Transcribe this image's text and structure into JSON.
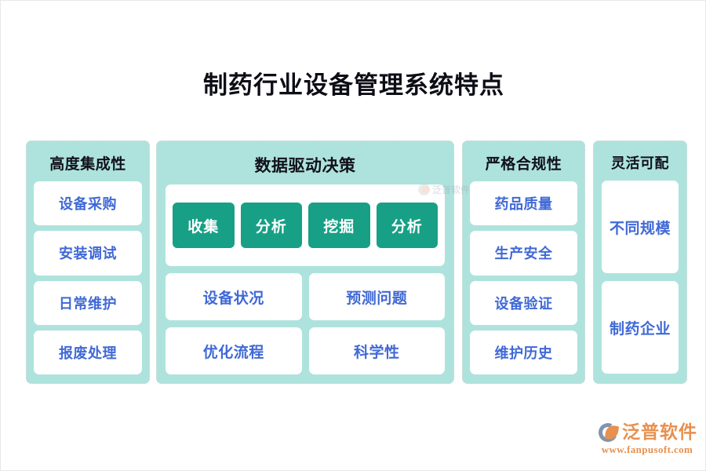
{
  "title": "制药行业设备管理系统特点",
  "colors": {
    "panel_bg": "#aee3dd",
    "card_bg": "#ffffff",
    "card_text": "#4069d6",
    "chip_bg": "#17a085",
    "chip_text": "#ffffff",
    "header_text": "#11111b",
    "brand": "#e8904f",
    "page_bg": "#ffffff"
  },
  "columns": [
    {
      "id": "high-integration",
      "header": "高度集成性",
      "cards": [
        "设备采购",
        "安装调试",
        "日常维护",
        "报废处理"
      ]
    },
    {
      "id": "data-driven-decision",
      "header": "数据驱动决策",
      "chips": [
        "收集",
        "分析",
        "挖掘",
        "分析"
      ],
      "grid": [
        [
          "设备状况",
          "预测问题"
        ],
        [
          "优化流程",
          "科学性"
        ]
      ]
    },
    {
      "id": "strict-compliance",
      "header": "严格合规性",
      "cards": [
        "药品质量",
        "生产安全",
        "设备验证",
        "维护历史"
      ]
    },
    {
      "id": "flexible-config",
      "header": "灵活可配",
      "cards": [
        "不同规模",
        "制药企业"
      ]
    }
  ],
  "watermark": {
    "text": "泛普软件"
  },
  "brand": {
    "name": "泛普软件",
    "url": "www.fanpusoft.com"
  }
}
